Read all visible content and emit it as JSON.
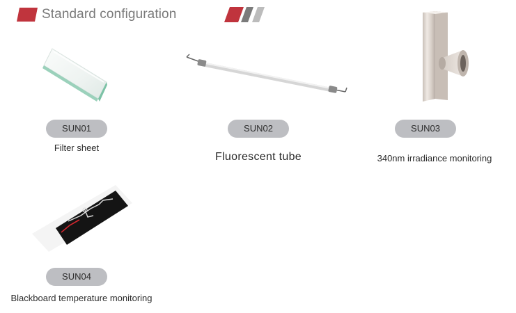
{
  "header": {
    "title": "Standard configuration",
    "accent_color": "#c0343d",
    "stripe_colors": [
      "#c0343d",
      "#7b7b7b",
      "#bcbcbc"
    ]
  },
  "products": [
    {
      "code": "SUN01",
      "name": "Filter sheet",
      "icon": "filter-sheet-icon"
    },
    {
      "code": "SUN02",
      "name": "Fluorescent tube",
      "icon": "fluorescent-tube-icon"
    },
    {
      "code": "SUN03",
      "name": "340nm irradiance monitoring",
      "icon": "irradiance-sensor-icon"
    },
    {
      "code": "SUN04",
      "name": "Blackboard temperature monitoring",
      "icon": "blackboard-thermometer-icon"
    }
  ]
}
